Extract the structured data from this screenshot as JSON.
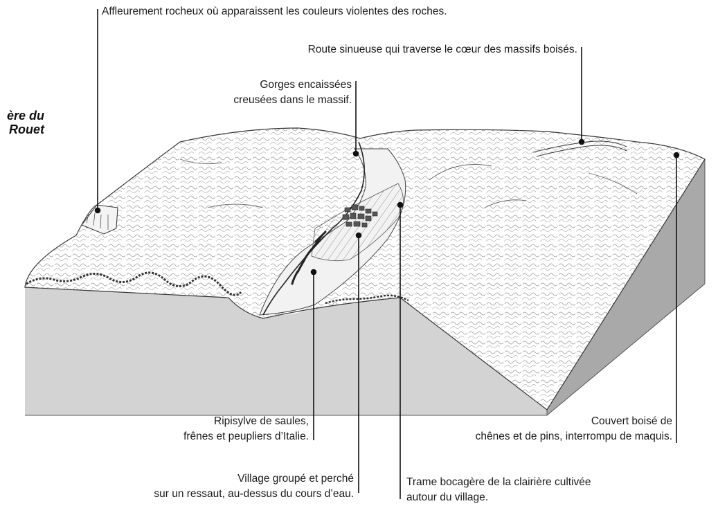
{
  "title": {
    "line1": "ère du",
    "line2": "Rouet"
  },
  "labels": {
    "affleurement": "Affleurement rocheux où apparaissent les couleurs violentes des roches.",
    "route": "Route sinueuse qui traverse le cœur des massifs boisés.",
    "gorges": {
      "line1": "Gorges encaissées",
      "line2": "creusées dans le massif."
    },
    "ripisylve": {
      "line1": "Ripisylve de saules,",
      "line2": "frênes et peupliers d’Italie."
    },
    "couvert": {
      "line1": "Couvert boisé de",
      "line2": "chênes et de pins, interrompu de maquis."
    },
    "village": {
      "line1": "Village groupé et perché",
      "line2": "sur un ressaut, au-dessus du cours d’eau."
    },
    "trame": {
      "line1": "Trame bocagère de la clairière cultivée",
      "line2": "autour du village."
    }
  },
  "colors": {
    "block_front": "#d3d3d3",
    "block_side": "#a9a9a9",
    "ink": "#1a1a1a"
  }
}
